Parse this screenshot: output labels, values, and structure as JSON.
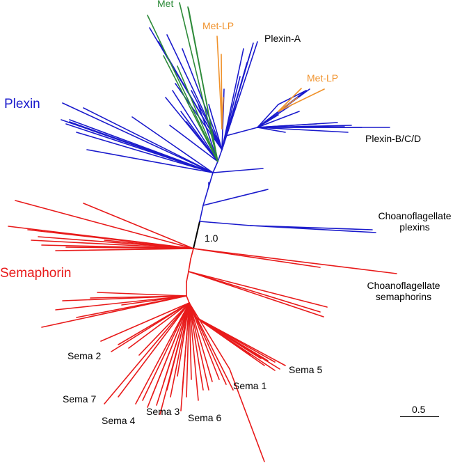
{
  "colors": {
    "plexin": "#1a1acc",
    "semaphorin": "#e81a1a",
    "met": "#2e8b3a",
    "met_lp": "#f0922b",
    "root": "#000000",
    "text": "#000000"
  },
  "labels": {
    "plexin": "Plexin",
    "semaphorin": "Semaphorin",
    "met": "Met",
    "met_lp_1": "Met-LP",
    "met_lp_2": "Met-LP",
    "plexin_a": "Plexin-A",
    "plexin_bcd": "Plexin-B/C/D",
    "choano_plexins_1": "Choanoflagellate",
    "choano_plexins_2": "plexins",
    "choano_semaphorins_1": "Choanoflagellate",
    "choano_semaphorins_2": "semaphorins",
    "support": "1.0",
    "sema1": "Sema 1",
    "sema2": "Sema 2",
    "sema3": "Sema 3",
    "sema4": "Sema 4",
    "sema5": "Sema 5",
    "sema6": "Sema 6",
    "sema7": "Sema 7",
    "scale": "0.5"
  }
}
